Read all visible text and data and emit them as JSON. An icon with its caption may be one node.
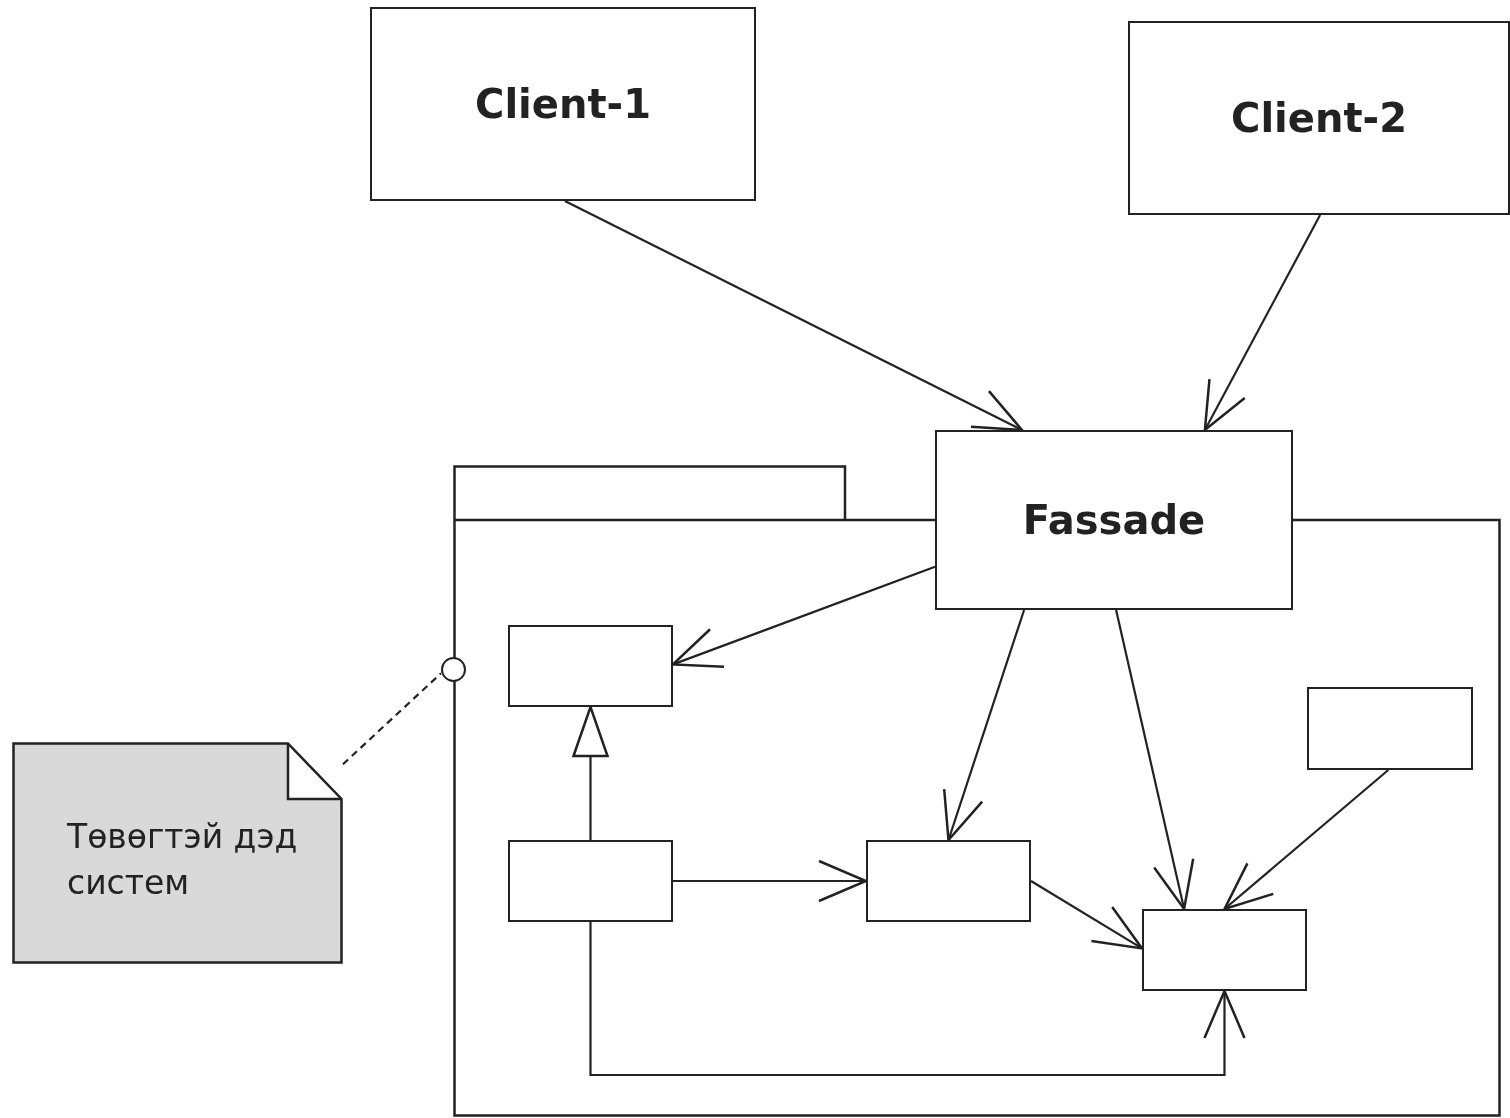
{
  "diagram": {
    "nodes": [
      {
        "text": [
          "Client-1"
        ]
      },
      {
        "text": [
          "Client-2"
        ]
      },
      {
        "text": [],
        "shape": "box"
      },
      {
        "text": [
          "Fassade"
        ]
      },
      {
        "text": [],
        "shape": "box",
        "in": 2
      },
      {
        "text": [],
        "shape": "box",
        "in": 2
      },
      {
        "text": [],
        "shape": "box",
        "in": 2
      },
      {
        "text": [],
        "shape": "box",
        "in": 2
      },
      {
        "text": [],
        "shape": "box",
        "in": 2
      },
      {
        "text": [
          "Төвөгтэй дэд систем"
        ]
      },
      {
        "text": [],
        "shape": "circle"
      }
    ],
    "edges": [
      {
        "from": 0,
        "to": 3,
        "arrow": "to"
      },
      {
        "from": 1,
        "to": 3,
        "arrow": "to"
      },
      {
        "from": 3,
        "to": 4,
        "arrow": "to"
      },
      {
        "from": 3,
        "to": 7,
        "arrow": "to"
      },
      {
        "from": 3,
        "to": 8,
        "arrow": "to"
      },
      {
        "from": 5,
        "to": 8,
        "arrow": "to"
      },
      {
        "from": 6,
        "to": 4,
        "arrow": "to"
      },
      {
        "from": 6,
        "to": 7,
        "arrow": "to"
      },
      {
        "from": 7,
        "to": 8,
        "arrow": "to"
      },
      {
        "from": 6,
        "to": 8,
        "arrow": "to"
      },
      {
        "from": 9,
        "to": 10,
        "arrow": "none",
        "style": "dashed"
      }
    ]
  }
}
